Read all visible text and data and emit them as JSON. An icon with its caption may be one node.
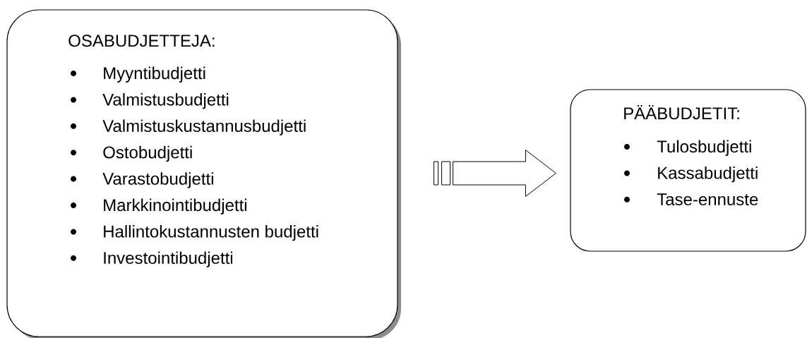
{
  "diagram": {
    "nodes": [
      {
        "text": [
          "OSABUDJETTEJA:",
          "Myyntibudjetti",
          "Valmistusbudjetti",
          "Valmistuskustannusbudjetti",
          "Ostobudjetti",
          "Varastobudjetti",
          "Markkinointibudjetti",
          "Hallintokustannusten budjetti",
          "Investointibudjetti"
        ]
      },
      {
        "text": [
          "PÄÄBUDJETIT:",
          "Tulosbudjetti",
          "Kassabudjetti",
          "Tase-ennuste"
        ]
      }
    ],
    "edges": [
      {
        "from": 0,
        "to": 1,
        "arrow": "to"
      }
    ]
  }
}
